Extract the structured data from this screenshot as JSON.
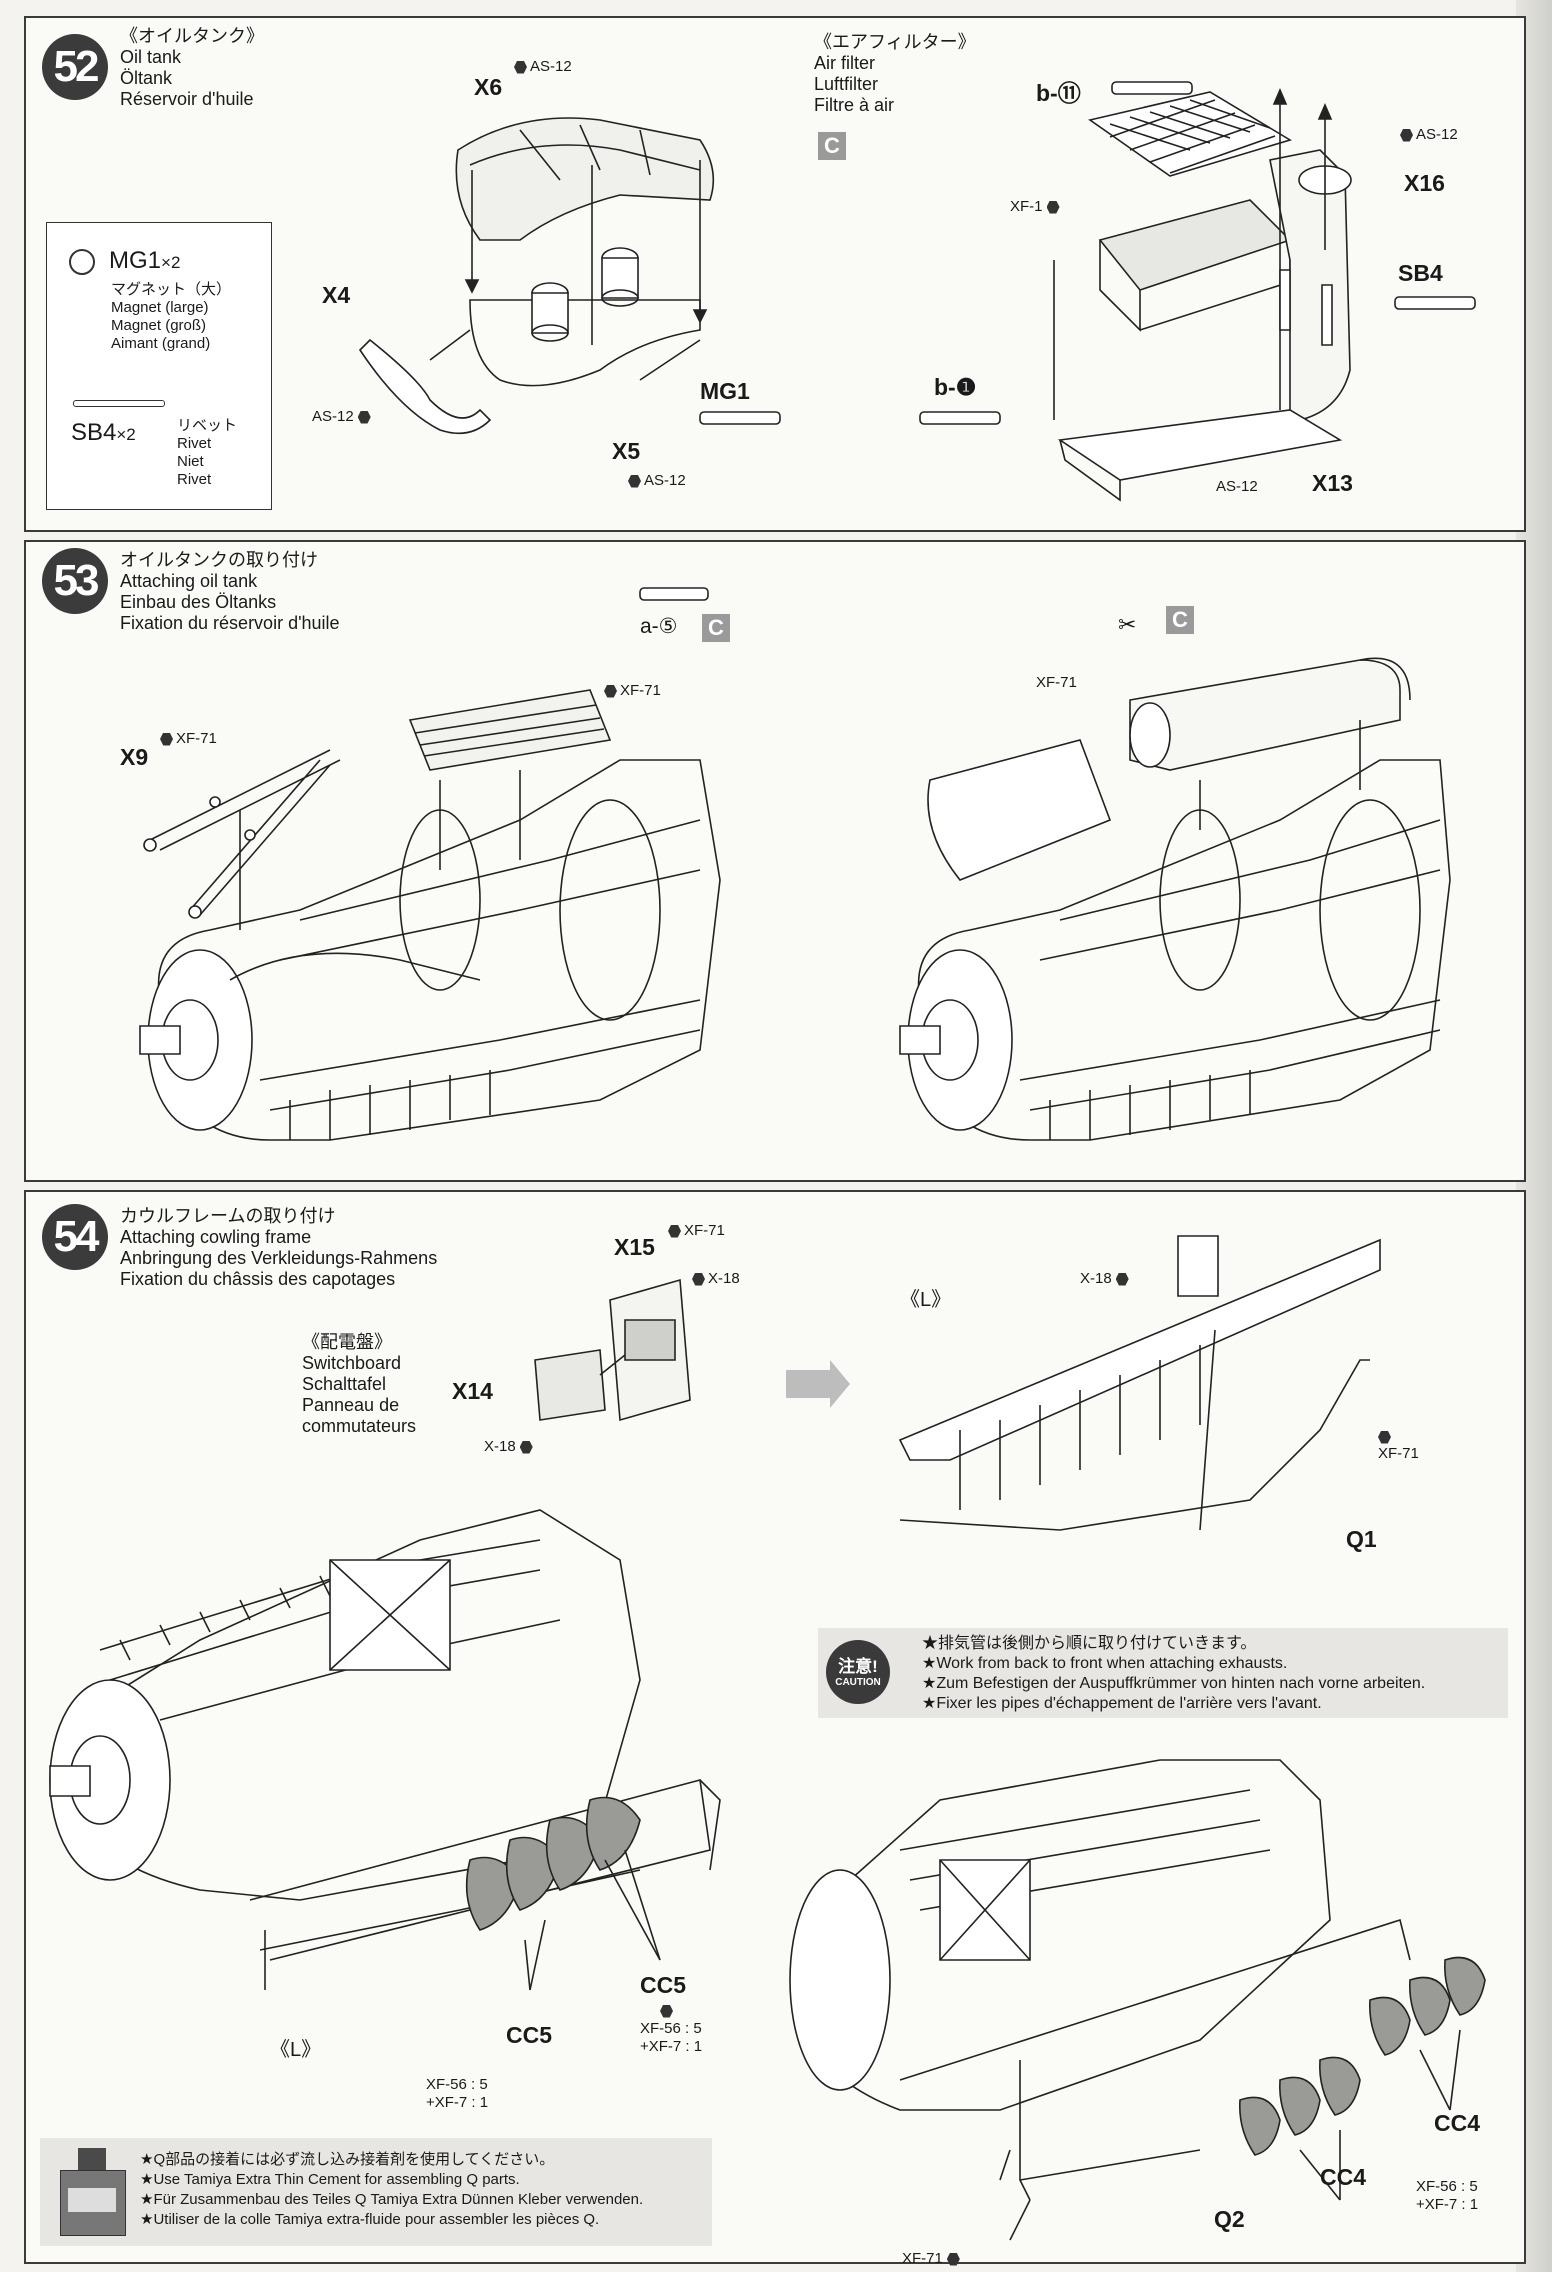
{
  "step52": {
    "number": "52",
    "oil_tank": {
      "jp": "《オイルタンク》",
      "en": "Oil tank",
      "de": "Öltank",
      "fr": "Réservoir d'huile"
    },
    "air_filter": {
      "jp": "《エアフィルター》",
      "en": "Air filter",
      "de": "Luftfilter",
      "fr": "Filtre à air",
      "paint_box": "C"
    },
    "legend": {
      "mg1": "MG1",
      "mg1_qty": "×2",
      "mg1_jp": "マグネット（大）",
      "mg1_en": "Magnet (large)",
      "mg1_de": "Magnet (groß)",
      "mg1_fr": "Aimant (grand)",
      "sb4": "SB4",
      "sb4_qty": "×2",
      "sb4_jp": "リベット",
      "sb4_en": "Rivet",
      "sb4_de": "Niet",
      "sb4_fr": "Rivet"
    },
    "labels": {
      "x6": "X6",
      "as12_a": "AS-12",
      "x4": "X4",
      "as12_b": "AS-12",
      "mg1": "MG1",
      "x5": "X5",
      "as12_c": "AS-12",
      "b11": "b-⑪",
      "xf1": "XF-1",
      "as12_d": "AS-12",
      "x16": "X16",
      "sb4": "SB4",
      "b1": "b-❶",
      "as12_e": "AS-12",
      "x13": "X13"
    }
  },
  "step53": {
    "number": "53",
    "jp": "オイルタンクの取り付け",
    "en": "Attaching oil tank",
    "de": "Einbau des Öltanks",
    "fr": "Fixation du réservoir d'huile",
    "labels": {
      "a5": "a-⑤",
      "c1": "C",
      "xf71_a": "XF-71",
      "x9": "X9",
      "xf71_b": "XF-71",
      "c2": "C",
      "xf71_c": "XF-71"
    }
  },
  "step54": {
    "number": "54",
    "jp": "カウルフレームの取り付け",
    "en": "Attaching cowling frame",
    "de": "Anbringung des Verkleidungs-Rahmens",
    "fr": "Fixation du châssis des capotages",
    "switchboard": {
      "jp": "《配電盤》",
      "en": "Switchboard",
      "de": "Schalttafel",
      "fr1": "Panneau de",
      "fr2": "commutateurs"
    },
    "labels": {
      "x15": "X15",
      "xf71_a": "XF-71",
      "x18_a": "X-18",
      "x14": "X14",
      "x18_b": "X-18",
      "l_top": "《L》",
      "x18_c": "X-18",
      "xf71_b": "XF-71",
      "q1": "Q1",
      "cc5_a": "CC5",
      "cc5_b": "CC5",
      "paint_a1": "XF-56 : 5",
      "paint_a2": "+XF-7 : 1",
      "paint_b1": "XF-56 : 5",
      "paint_b2": "+XF-7 : 1",
      "l_bottom": "《L》",
      "cc4_a": "CC4",
      "cc4_b": "CC4",
      "paint_c1": "XF-56 : 5",
      "paint_c2": "+XF-7 : 1",
      "xf71_c": "XF-71",
      "q2": "Q2"
    },
    "caution": {
      "badge_jp": "注意!",
      "badge_en": "CAUTION",
      "jp": "★排気管は後側から順に取り付けていきます。",
      "en": "★Work from back to front when attaching exhausts.",
      "de": "★Zum Befestigen der Auspuffkrümmer von hinten nach vorne arbeiten.",
      "fr": "★Fixer les pipes d'échappement de l'arrière vers l'avant."
    },
    "cement_note": {
      "jp": "★Q部品の接着には必ず流し込み接着剤を使用してください。",
      "en": "★Use Tamiya Extra Thin Cement for assembling Q parts.",
      "de": "★Für Zusammenbau des Teiles Q Tamiya Extra Dünnen Kleber verwenden.",
      "fr": "★Utiliser de la colle Tamiya extra-fluide pour assembler les pièces Q."
    }
  }
}
